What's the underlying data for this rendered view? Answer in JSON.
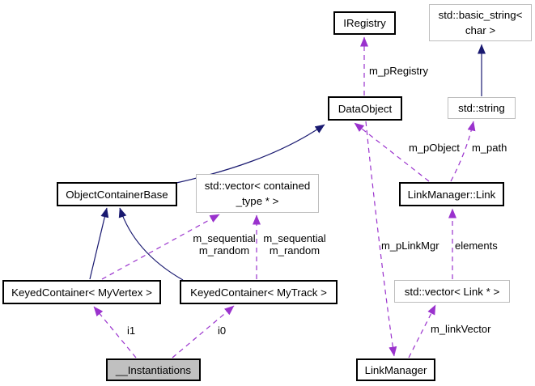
{
  "diagram": {
    "kind": "collaboration-graph",
    "colors": {
      "background": "#ffffff",
      "inheritance_edge": "#191970",
      "usage_edge": "#9a32cd",
      "node_border": "#000000",
      "external_node_border": "#bebebe",
      "node_fill": "#ffffff",
      "focus_node_fill": "#c0c0c0",
      "text": "#000000"
    },
    "nodes": {
      "iregistry": {
        "label": "IRegistry"
      },
      "basic_string": {
        "line1": "std::basic_string<",
        "line2": "char >"
      },
      "dataobject": {
        "label": "DataObject"
      },
      "std_string": {
        "label": "std::string"
      },
      "object_container_base": {
        "label": "ObjectContainerBase"
      },
      "vector_contained": {
        "line1": "std::vector< contained",
        "line2": "_type * >"
      },
      "linkmanager_link": {
        "label": "LinkManager::Link"
      },
      "keyed_container_myvertex": {
        "label": "KeyedContainer< MyVertex >"
      },
      "keyed_container_mytrack": {
        "label": "KeyedContainer< MyTrack >"
      },
      "vector_link": {
        "label": "std::vector< Link * >"
      },
      "instantiations": {
        "label": "__Instantiations"
      },
      "linkmanager": {
        "label": "LinkManager"
      }
    },
    "edge_labels": {
      "m_pregistry": "m_pRegistry",
      "m_pobject": "m_pObject",
      "m_path": "m_path",
      "vertex_vector": {
        "line1": "m_sequential",
        "line2": "m_random"
      },
      "track_vector": {
        "line1": "m_sequential",
        "line2": "m_random"
      },
      "m_plinkmgr": "m_pLinkMgr",
      "elements": "elements",
      "m_linkvector": "m_linkVector",
      "i1": "i1",
      "i0": "i0"
    }
  }
}
